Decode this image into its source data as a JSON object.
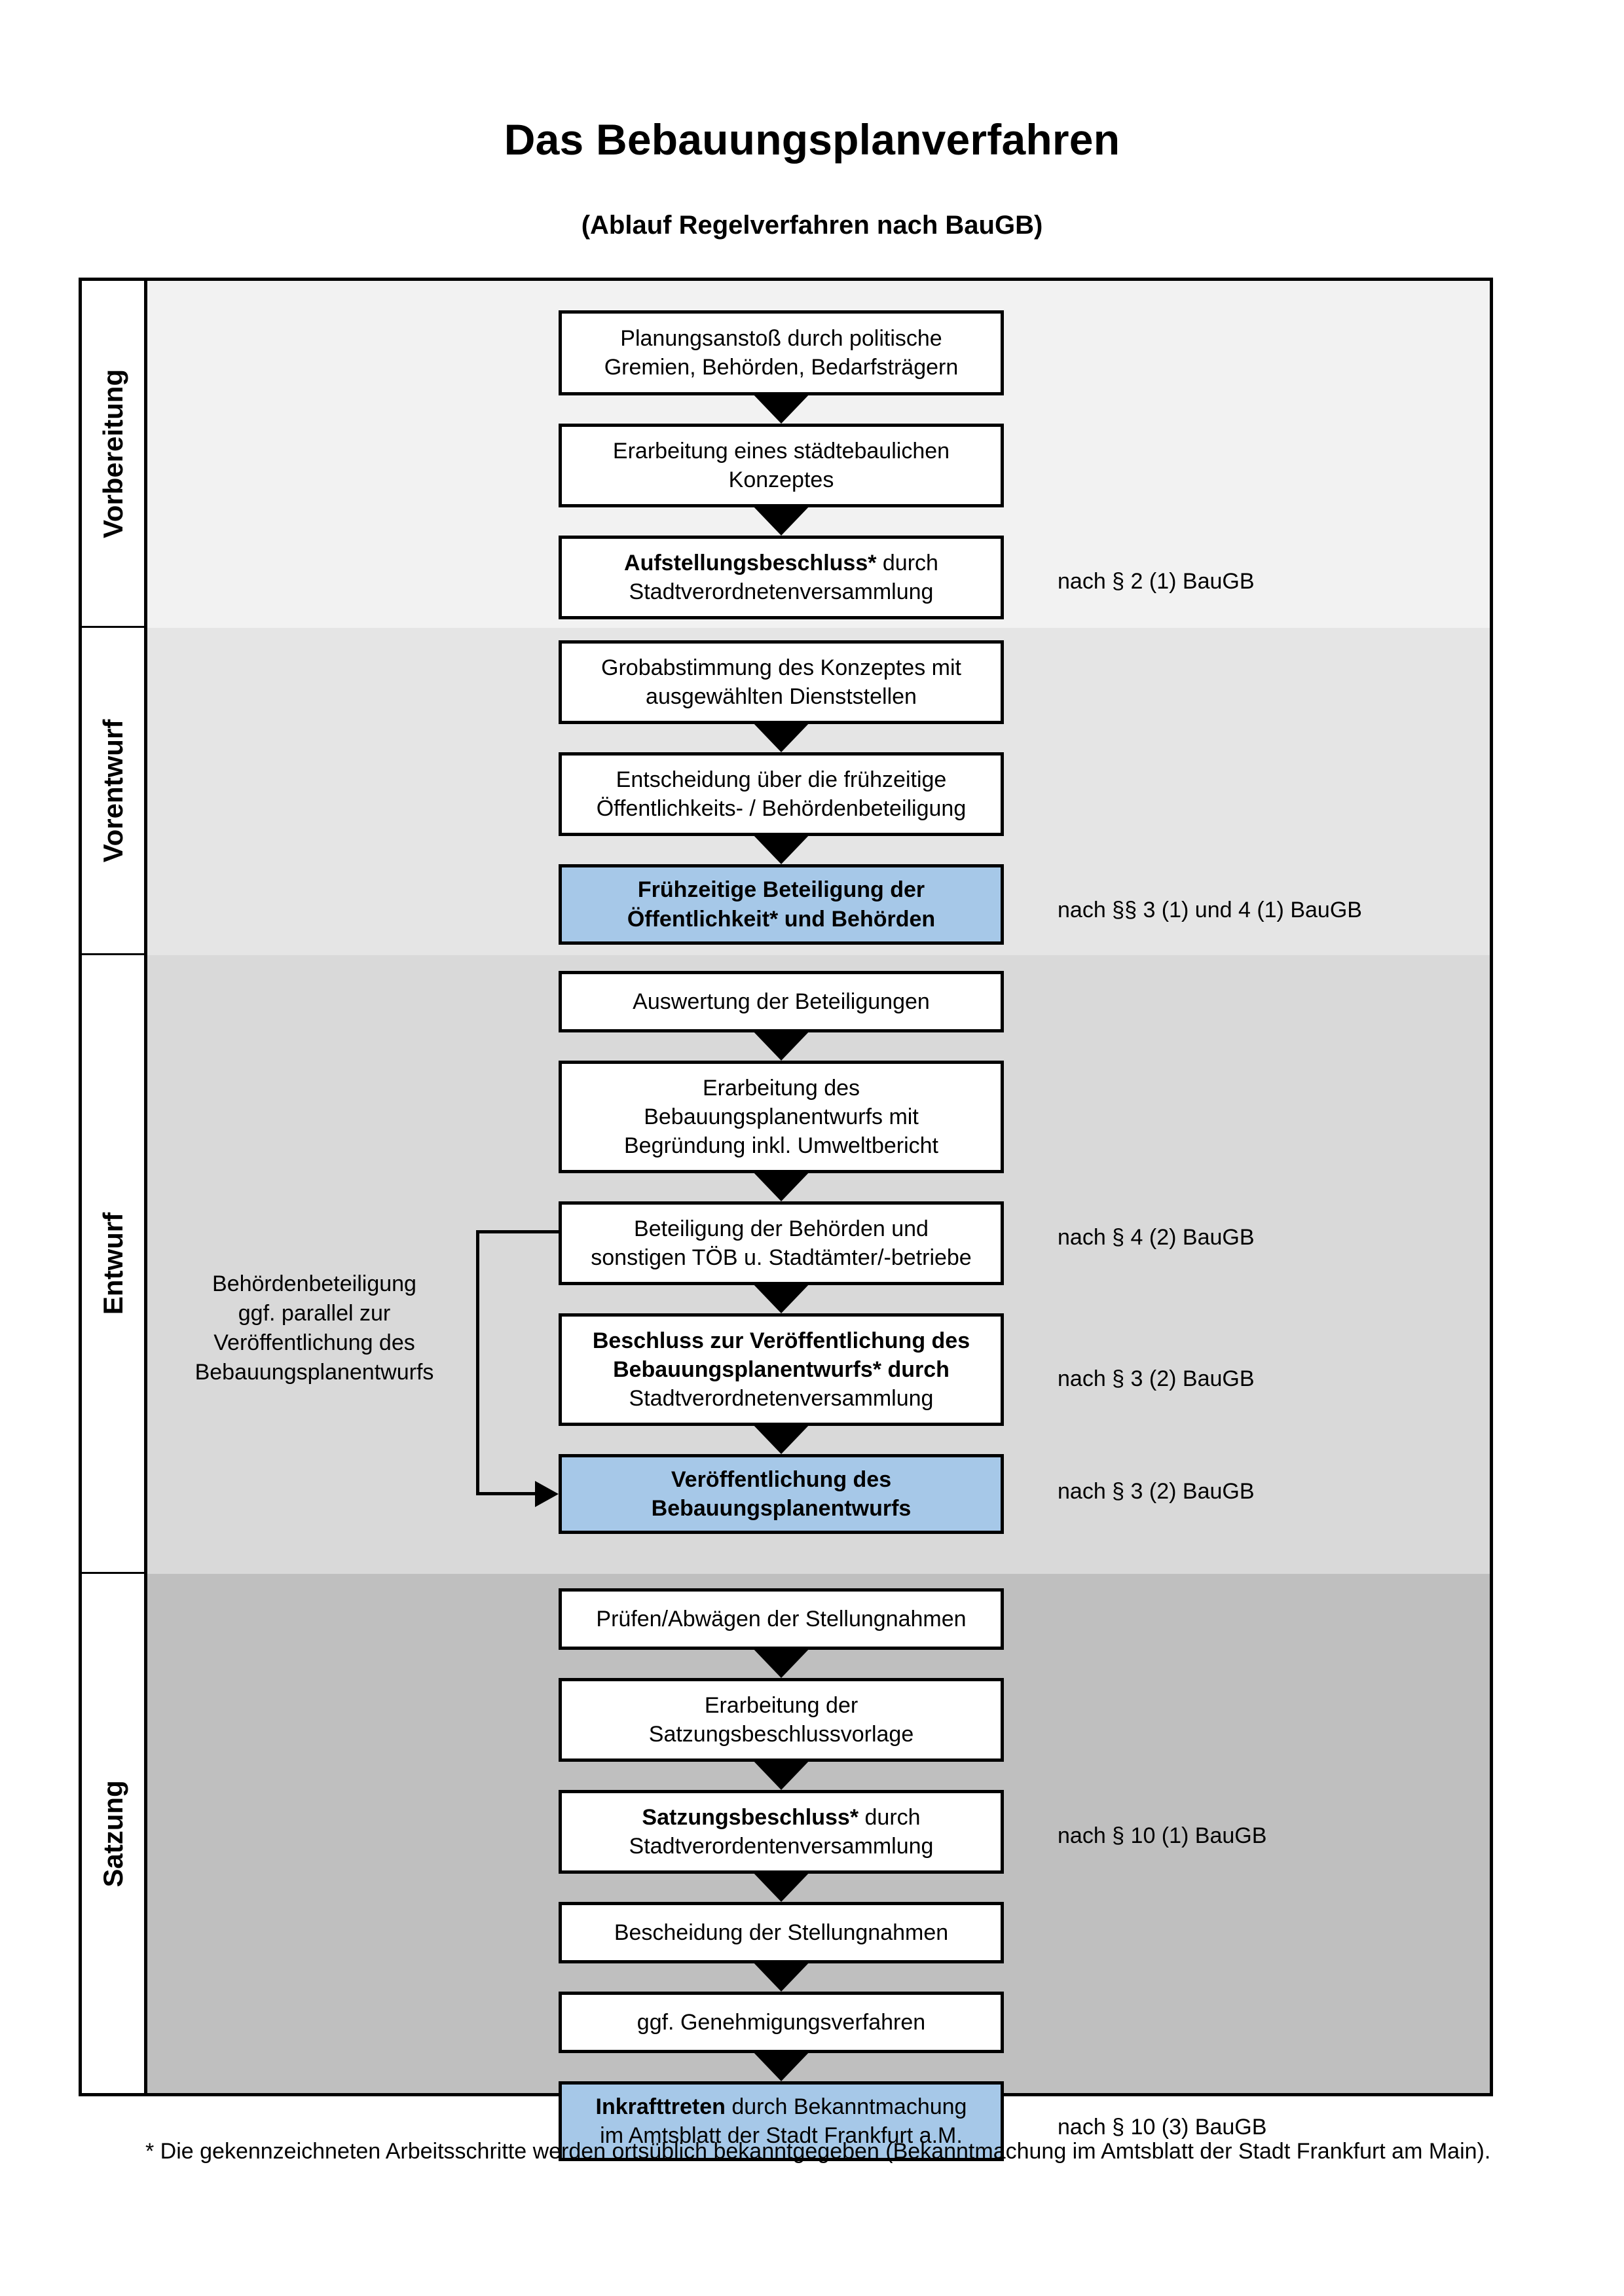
{
  "header": {
    "title": "Das Bebauungsplanverfahren",
    "subtitle": "(Ablauf Regelverfahren nach BauGB)"
  },
  "phases": [
    {
      "id": "vorbereitung",
      "label": "Vorbereitung"
    },
    {
      "id": "vorentwurf",
      "label": "Vorentwurf"
    },
    {
      "id": "entwurf",
      "label": "Entwurf"
    },
    {
      "id": "satzung",
      "label": "Satzung"
    }
  ],
  "steps": [
    {
      "id": "s1",
      "phase": "vorbereitung",
      "highlight": false,
      "lines": [
        "Planungsanstoß durch politische",
        "Gremien, Behörden, Bedarfsträgern"
      ],
      "bold_prefix": ""
    },
    {
      "id": "s2",
      "phase": "vorbereitung",
      "highlight": false,
      "lines": [
        "Erarbeitung eines städtebaulichen",
        "Konzeptes"
      ],
      "bold_prefix": ""
    },
    {
      "id": "s3",
      "phase": "vorbereitung",
      "highlight": false,
      "lines": [
        "Aufstellungsbeschluss* durch",
        "Stadtverordnetenversammlung"
      ],
      "bold_prefix": "Aufstellungsbeschluss*"
    },
    {
      "id": "s4",
      "phase": "vorentwurf",
      "highlight": false,
      "lines": [
        "Grobabstimmung des Konzeptes mit",
        "ausgewählten Dienststellen"
      ],
      "bold_prefix": ""
    },
    {
      "id": "s5",
      "phase": "vorentwurf",
      "highlight": false,
      "lines": [
        "Entscheidung über die frühzeitige",
        "Öffentlichkeits- / Behördenbeteiligung"
      ],
      "bold_prefix": ""
    },
    {
      "id": "s6",
      "phase": "vorentwurf",
      "highlight": true,
      "lines": [
        "Frühzeitige Beteiligung der",
        "Öffentlichkeit* und Behörden"
      ],
      "bold_prefix": "ALL"
    },
    {
      "id": "s7",
      "phase": "entwurf",
      "highlight": false,
      "lines": [
        "Auswertung der Beteiligungen"
      ],
      "bold_prefix": ""
    },
    {
      "id": "s8",
      "phase": "entwurf",
      "highlight": false,
      "lines": [
        "Erarbeitung des",
        "Bebauungsplanentwurfs mit",
        "Begründung inkl. Umweltbericht"
      ],
      "bold_prefix": ""
    },
    {
      "id": "s9",
      "phase": "entwurf",
      "highlight": false,
      "lines": [
        "Beteiligung der Behörden und",
        "sonstigen TÖB u. Stadtämter/-betriebe"
      ],
      "bold_prefix": ""
    },
    {
      "id": "s10",
      "phase": "entwurf",
      "highlight": false,
      "lines": [
        "Beschluss zur Veröffentlichung des",
        "Bebauungsplanentwurfs* durch",
        "Stadtverordnetenversammlung"
      ],
      "bold_prefix": "Beschluss zur Veröffentlichung des Bebauungsplanentwurfs*"
    },
    {
      "id": "s11",
      "phase": "entwurf",
      "highlight": true,
      "lines": [
        "Veröffentlichung des",
        "Bebauungsplanentwurfs"
      ],
      "bold_prefix": "ALL"
    },
    {
      "id": "s12",
      "phase": "satzung",
      "highlight": false,
      "lines": [
        "Prüfen/Abwägen der Stellungnahmen"
      ],
      "bold_prefix": ""
    },
    {
      "id": "s13",
      "phase": "satzung",
      "highlight": false,
      "lines": [
        "Erarbeitung der",
        "Satzungsbeschlussvorlage"
      ],
      "bold_prefix": ""
    },
    {
      "id": "s14",
      "phase": "satzung",
      "highlight": false,
      "lines": [
        "Satzungsbeschluss* durch",
        "Stadtverordentenversammlung"
      ],
      "bold_prefix": "Satzungsbeschluss*"
    },
    {
      "id": "s15",
      "phase": "satzung",
      "highlight": false,
      "lines": [
        "Bescheidung der Stellungnahmen"
      ],
      "bold_prefix": ""
    },
    {
      "id": "s16",
      "phase": "satzung",
      "highlight": false,
      "lines": [
        "ggf. Genehmigungsverfahren"
      ],
      "bold_prefix": ""
    },
    {
      "id": "s17",
      "phase": "satzung",
      "highlight": true,
      "lines": [
        "Inkrafttreten durch Bekanntmachung",
        "im Amtsblatt der Stadt Frankfurt a.M."
      ],
      "bold_prefix": "Inkrafttreten"
    }
  ],
  "legal_refs": [
    {
      "id": "l1",
      "text": "nach § 2 (1) BauGB"
    },
    {
      "id": "l2",
      "text": "nach §§ 3 (1) und 4 (1) BauGB"
    },
    {
      "id": "l3",
      "text": "nach § 4 (2) BauGB"
    },
    {
      "id": "l4",
      "text": "nach § 3 (2) BauGB"
    },
    {
      "id": "l5",
      "text": "nach § 3 (2) BauGB"
    },
    {
      "id": "l6",
      "text": "nach § 10 (1) BauGB"
    },
    {
      "id": "l7",
      "text": "nach § 10 (3) BauGB"
    }
  ],
  "side_note": {
    "text": "Behördenbeteiligung\nggf. parallel zur\nVeröffentlichung des\nBebauungsplanentwurfs"
  },
  "footnote": {
    "text": "* Die gekennzeichneten Arbeitsschritte werden ortsüblich bekanntgegeben (Bekanntmachung im Amtsblatt  der Stadt Frankfurt am Main)."
  },
  "colors": {
    "highlight_fill": "#A6C8E8",
    "band_vorbereitung": "#F2F2F2",
    "band_vorentwurf": "#E5E5E5",
    "band_entwurf": "#D9D9D9",
    "band_satzung": "#BFBFBF",
    "outline": "#000000"
  }
}
